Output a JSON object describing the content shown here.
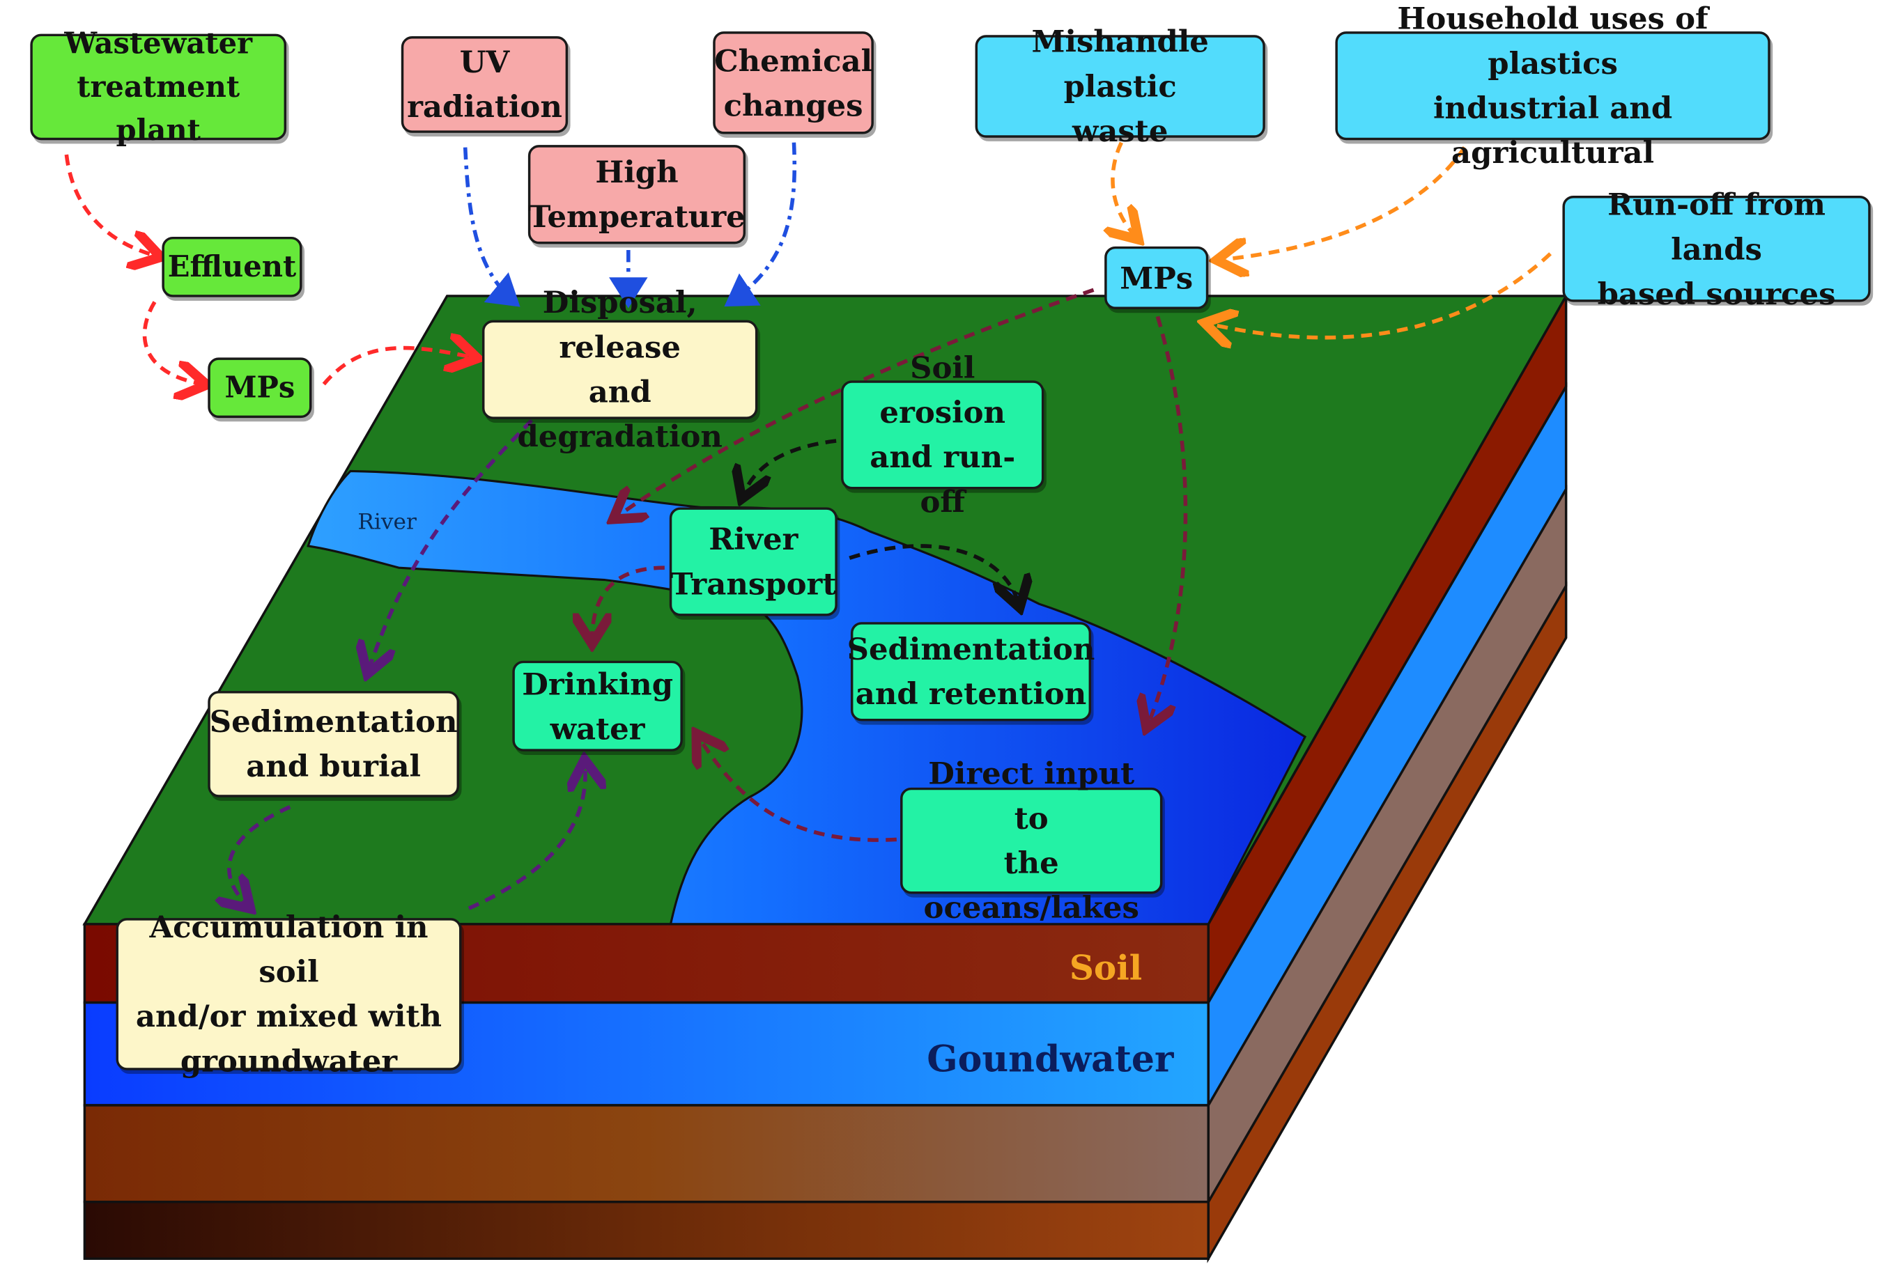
{
  "boxes": {
    "wastewater_plant": "Wastewater\ntreatment plant",
    "effluent": "Effluent",
    "mps_left": "MPs",
    "uv_radiation": "UV\nradiation",
    "high_temperature": "High\nTemperature",
    "chemical_changes": "Chemical\nchanges",
    "mishandle_waste": "Mishandle plastic\nwaste",
    "household_uses": "Household uses of plastics\nindustrial and agricultural",
    "runoff_lands": "Run-off from lands\nbased sources",
    "mps_right": "MPs",
    "disposal_release": "Disposal, release\nand degradation",
    "soil_erosion": "Soil erosion\nand run-off",
    "river_transport": "River\nTransport",
    "drinking_water": "Drinking\nwater",
    "sedimentation_retention": "Sedimentation\nand retention",
    "sedimentation_burial": "Sedimentation\nand burial",
    "direct_input": "Direct input to\nthe oceans/lakes",
    "accumulation": "Accumulation in soil\nand/or mixed with\ngroundwater"
  },
  "labels": {
    "river": "River",
    "soil": "Soil",
    "groundwater": "Goundwater"
  },
  "colors": {
    "source_green": "#66e83a",
    "driver_pink": "#f7a9a9",
    "source_cyan": "#52dcfc",
    "process_cream": "#fdf6c9",
    "water_teal": "#23f2a5",
    "land": "#1e7a1e",
    "soil_layer": "#8b1a00",
    "groundwater_layer": "#1e8cff",
    "arrow_red": "#ff2a2a",
    "arrow_blue": "#1f4fe0",
    "arrow_orange": "#ff8c1a",
    "arrow_maroon": "#7a1a3a",
    "arrow_purple": "#5a1a7a",
    "arrow_black": "#111111"
  }
}
